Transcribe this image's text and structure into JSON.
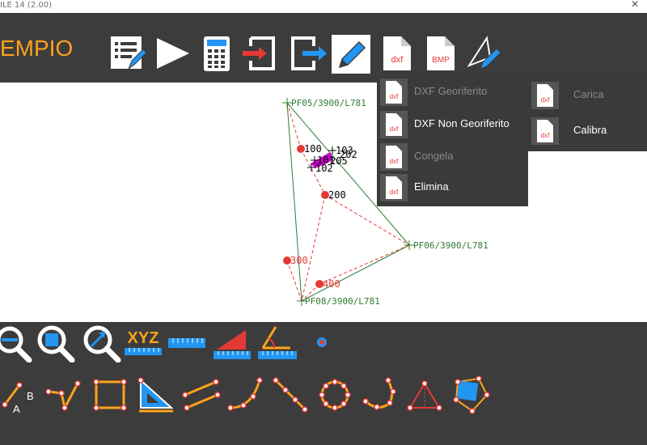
{
  "window": {
    "title": "ILE 14 (2.00)",
    "close_glyph": "✕"
  },
  "brand": {
    "text": "EMPIO",
    "color": "#ffa21c"
  },
  "toolbar": {
    "items": [
      {
        "name": "list-edit-icon"
      },
      {
        "name": "play-icon"
      },
      {
        "name": "calculator-icon"
      },
      {
        "name": "import-icon"
      },
      {
        "name": "export-icon"
      },
      {
        "name": "pencil-icon"
      },
      {
        "name": "dxf-file-icon",
        "label": "dxf"
      },
      {
        "name": "bmp-file-icon",
        "label": "BMP"
      },
      {
        "name": "draw-tool-icon"
      }
    ]
  },
  "dxf_menu": {
    "items": [
      {
        "label": "DXF Georiferito",
        "enabled": false,
        "icon_label": "dxf"
      },
      {
        "label": "DXF Non Georiferito",
        "enabled": true,
        "icon_label": "dxf"
      },
      {
        "label": "Congela",
        "enabled": false,
        "icon_label": "dxf"
      },
      {
        "label": "Elimina",
        "enabled": true,
        "icon_label": "dxf"
      }
    ]
  },
  "bmp_menu": {
    "items": [
      {
        "label": "Carica",
        "enabled": false,
        "icon_label": "dxf"
      },
      {
        "label": "Calibra",
        "enabled": true,
        "icon_label": "dxf"
      }
    ]
  },
  "drawing": {
    "vertices": [
      "PF05/3900/L781",
      "PF06/3900/L781",
      "PF08/3900/L781"
    ],
    "points": [
      {
        "label": "100"
      },
      {
        "label": "103"
      },
      {
        "label": "202"
      },
      {
        "label": "101"
      },
      {
        "label": "205"
      },
      {
        "label": "102"
      },
      {
        "label": "200"
      },
      {
        "label": "300"
      },
      {
        "label": "400"
      }
    ]
  },
  "bottom_toolbar": {
    "row1": [
      {
        "name": "zoom-out-icon"
      },
      {
        "name": "zoom-window-icon"
      },
      {
        "name": "zoom-extents-icon"
      },
      {
        "name": "xyz-coordinates-icon",
        "label": "XYZ"
      },
      {
        "name": "measure-distance-icon"
      },
      {
        "name": "measure-area-icon"
      },
      {
        "name": "measure-angle-icon"
      },
      {
        "name": "point-marker-icon"
      }
    ],
    "row2": [
      {
        "name": "line-ab-icon",
        "labelA": "A",
        "labelB": "B"
      },
      {
        "name": "polyline-tool-icon"
      },
      {
        "name": "rectangle-tool-icon"
      },
      {
        "name": "set-square-tool-icon"
      },
      {
        "name": "parallel-lines-icon"
      },
      {
        "name": "arc-tool-icon"
      },
      {
        "name": "line-points-icon"
      },
      {
        "name": "circle-points-icon"
      },
      {
        "name": "curve-points-icon"
      },
      {
        "name": "triangle-tool-icon"
      },
      {
        "name": "polygon-tool-icon"
      }
    ]
  },
  "colors": {
    "bar": "#3c3c3c",
    "accent": "#2196f3",
    "red": "#e53935",
    "green": "#2e7d32",
    "magenta": "#cc00cc",
    "orange": "#ffa21c"
  }
}
